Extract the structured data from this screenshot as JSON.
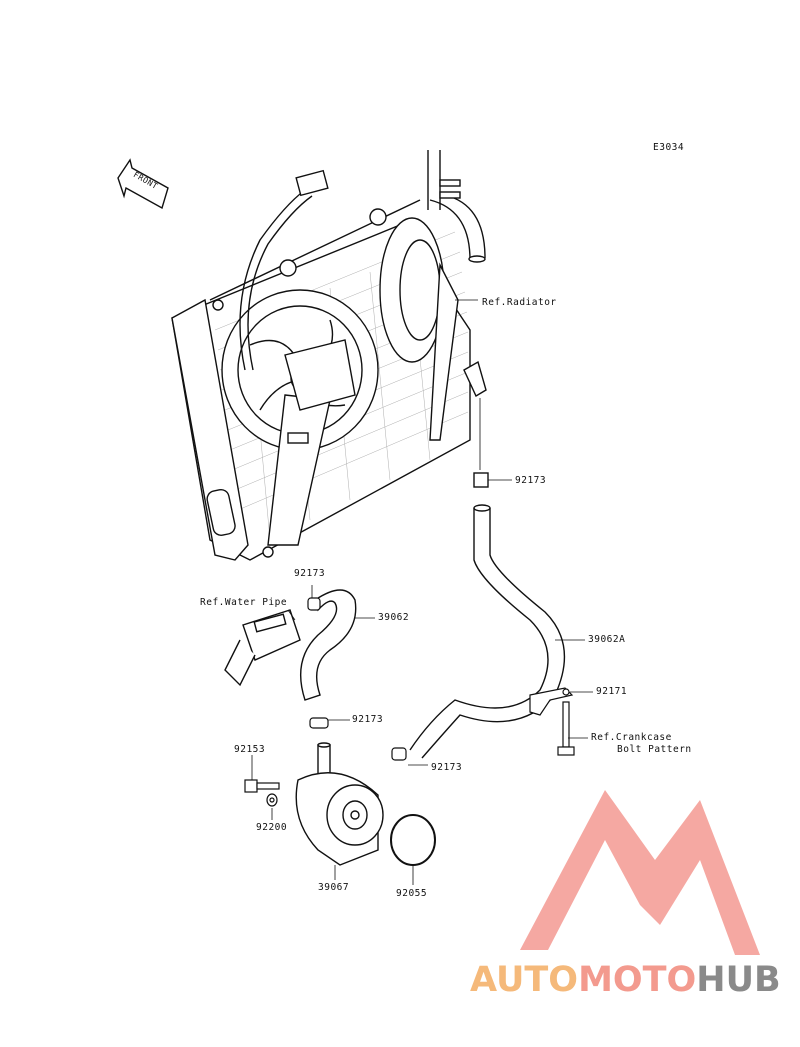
{
  "diagram_code": "E3034",
  "front_label": "FRONT",
  "labels": {
    "ref_radiator": "Ref.Radiator",
    "p92173_a": "92173",
    "p92173_b": "92173",
    "p92173_c": "92173",
    "p92173_d": "92173",
    "ref_water_pipe": "Ref.Water Pipe",
    "p39062": "39062",
    "p39062A": "39062A",
    "p92171": "92171",
    "ref_crankcase_1": "Ref.Crankcase",
    "ref_crankcase_2": "Bolt Pattern",
    "p92153": "92153",
    "p92200": "92200",
    "p39067": "39067",
    "p92055": "92055"
  },
  "watermark": {
    "part1": "AUTO",
    "part2": "MOTO",
    "part3": "HUB",
    "colors": {
      "auto": "#f5b97a",
      "moto": "#f39a8e",
      "hub": "#8a8a8a",
      "logo": "#f08a80"
    }
  }
}
